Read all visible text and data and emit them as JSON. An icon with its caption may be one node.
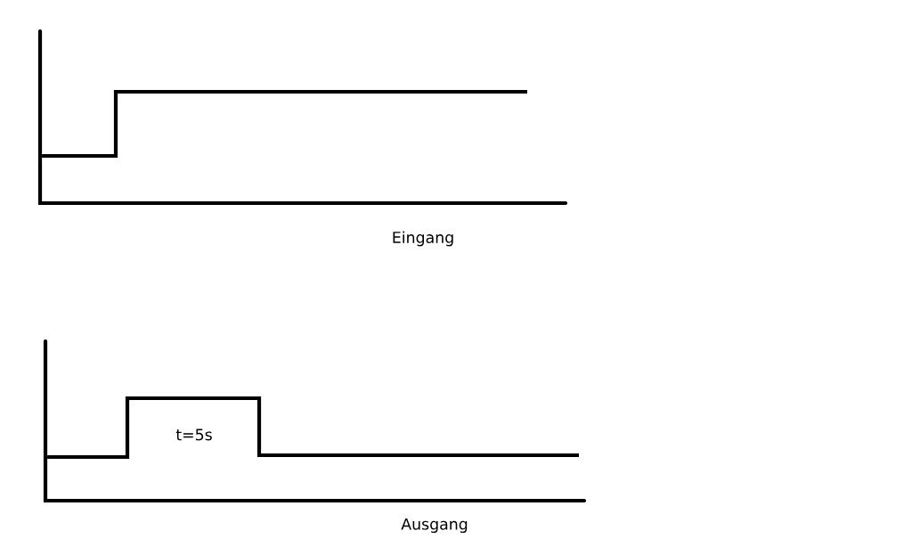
{
  "diagram": {
    "labels": [
      "Eingang",
      "t=5s",
      "Ausgang"
    ]
  }
}
